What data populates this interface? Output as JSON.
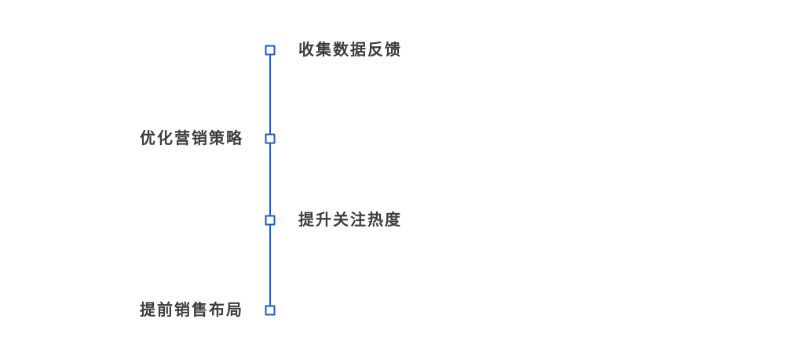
{
  "diagram": {
    "type": "vertical-timeline",
    "accent_color": "#1f5eb8",
    "text_color": "#3d3d3d",
    "items": [
      {
        "label": "收集数据反馈",
        "side": "right"
      },
      {
        "label": "优化营销策略",
        "side": "left"
      },
      {
        "label": "提升关注热度",
        "side": "right"
      },
      {
        "label": "提前销售布局",
        "side": "left"
      }
    ]
  }
}
